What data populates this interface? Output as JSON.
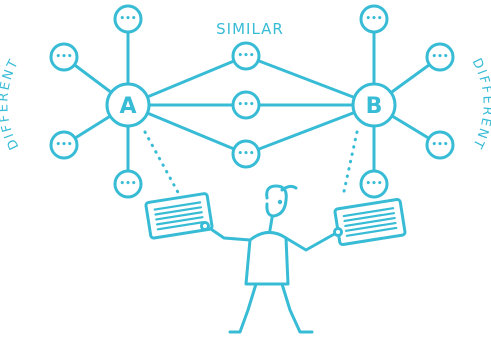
{
  "colors": {
    "primary": "#38bcd6",
    "background": "#ffffff"
  },
  "labels": {
    "similar": "SIMILAR",
    "different_left": "DIFFERENT",
    "different_right": "DIFFERENT"
  },
  "hubs": {
    "a": "A",
    "b": "B"
  },
  "node_glyph": "•••"
}
